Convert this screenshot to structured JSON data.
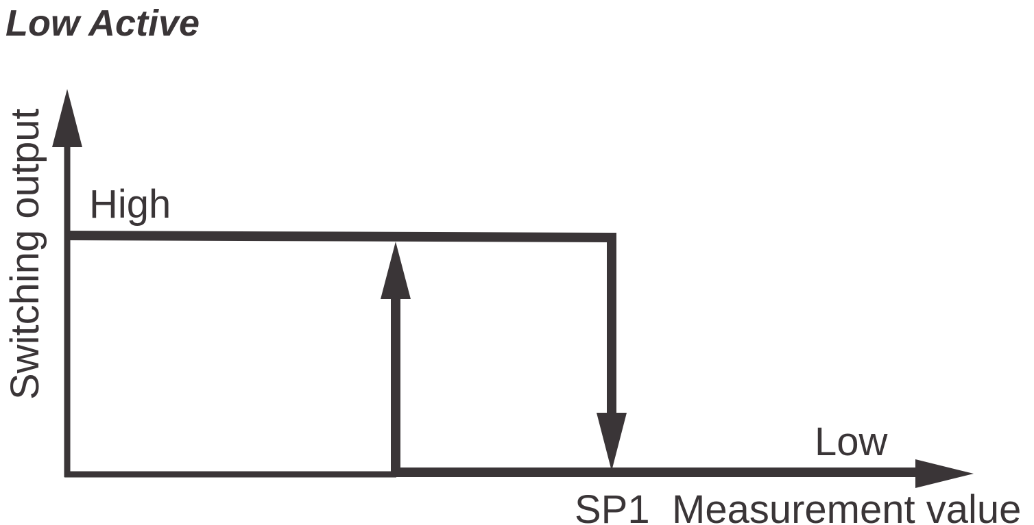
{
  "title": "Low Active",
  "y_axis_label": "Switching output",
  "x_axis_label": "Measurement value",
  "setpoint_label": "SP1",
  "state_high_label": "High",
  "state_low_label": "Low",
  "colors": {
    "ink": "#3a3537",
    "background": "#ffffff"
  }
}
